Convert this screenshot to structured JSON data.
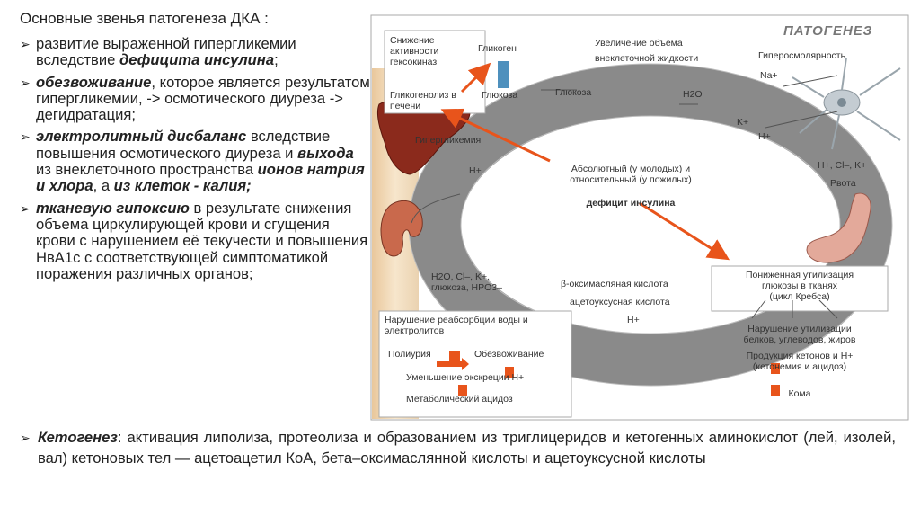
{
  "title": "Основные звенья патогенеза ДКА :",
  "bullets": [
    {
      "parts": [
        {
          "t": "развитие выраженной гипергликемии вследствие ",
          "s": "n"
        },
        {
          "t": "дефицита инсулина",
          "s": "bi"
        },
        {
          "t": ";",
          "s": "n"
        }
      ]
    },
    {
      "parts": [
        {
          "t": "обезвоживание",
          "s": "bi"
        },
        {
          "t": ", которое является результатом гипергликемии, -> осмотического диуреза -> дегидратация;",
          "s": "n"
        }
      ]
    },
    {
      "parts": [
        {
          "t": " электролитный дисбаланс",
          "s": "bi"
        },
        {
          "t": " вследствие повышения осмотического диуреза и ",
          "s": "n"
        },
        {
          "t": "выхода",
          "s": "bi"
        },
        {
          "t": " из внеклеточного пространства ",
          "s": "n"
        },
        {
          "t": "ионов натрия и хлора",
          "s": "bi"
        },
        {
          "t": ", а ",
          "s": "n"
        },
        {
          "t": "из клеток - калия;",
          "s": "bi"
        }
      ]
    },
    {
      "parts": [
        {
          "t": " тканевую гипоксию",
          "s": "bi"
        },
        {
          "t": " в результате снижения объема циркулирующей крови и сгущения крови с нарушением её текучести и повышения НвА1с с соответствующей симптоматикой поражения различных органов;",
          "s": "n"
        }
      ]
    }
  ],
  "bottom": {
    "parts": [
      {
        "t": "Кетогенез",
        "s": "bi"
      },
      {
        "t": ": активация липолиза, протеолиза и образованием из триглицеридов и кетогенных аминокислот (лей, изолей, вал) кетоновых тел — ацетоацетил КоА, бета–оксимаслянной кислоты и ацетоуксусной кислоты",
        "s": "n"
      }
    ]
  },
  "diagram": {
    "heading": "ПАТОГЕНЕЗ",
    "labels": {
      "gexokinaz": "Снижение\nактивности\nгексокиназ",
      "glikogen": "Гликоген",
      "glukoza_box": "Глюкоза",
      "glikogenoliz": "Гликогенолиз в\nпечени",
      "glukoza_ring": "Глюкоза",
      "vnekl": "Увеличение объема\nвнеклеточной жидкости",
      "giperosm": "Гиперосмолярность",
      "na": "Na+",
      "h2o": "H2O",
      "k": "K+",
      "h_top": "H+",
      "giperglik": "Гипергликемия",
      "h_left": "H+",
      "center1": "Абсолютный (у молодых) и\nотносительный (у пожилых)",
      "center2": "дефицит инсулина",
      "ions_right": "H+, Cl–, K+",
      "rvota": "Рвота",
      "urine": "H2O, Cl–, K+,\nглюкоза, HPO3–",
      "beta": "β-оксимасляная кислота",
      "aceto": "ацетоуксусная кислота",
      "h_bottom": "H+",
      "ponizh": "Пониженная утилизация\nглюкозы в тканях\n(цикл Кребса)",
      "narush_reab": "Нарушение реабсорбции воды и\nэлектролитов",
      "poliuria": "Полиурия",
      "obezvozh": "Обезвоживание",
      "umensh": "Уменьшение экскреции H+",
      "metab": "Метаболический ацидоз",
      "narush_util": "Нарушение утилизации\nбелков, углеводов, жиров",
      "produkcia": "Продукция кетонов и H+\n(кетонемия и ацидоз)",
      "koma": "Кома"
    }
  }
}
